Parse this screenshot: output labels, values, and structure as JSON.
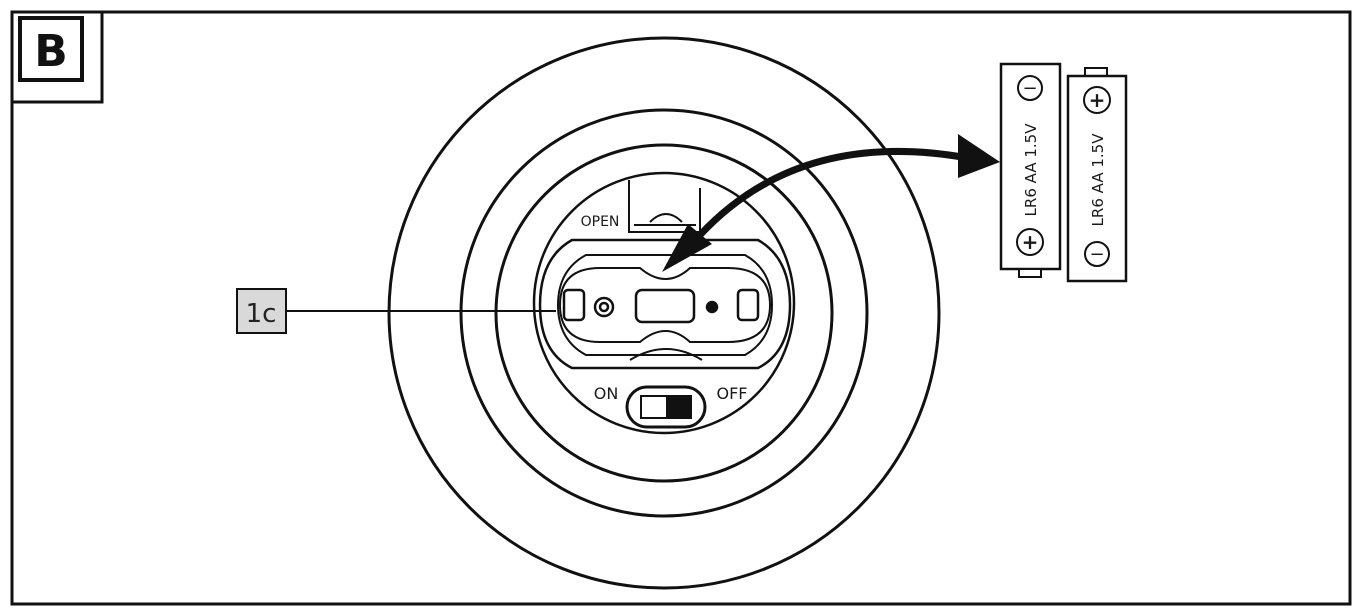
{
  "panel": {
    "letter": "B"
  },
  "callout": {
    "label": "1c",
    "fill": "#d9d9d9"
  },
  "device": {
    "open_label": "OPEN",
    "on_label": "ON",
    "off_label": "OFF"
  },
  "batteries": [
    {
      "label": "LR6 AA 1.5V",
      "terminal_top": "−",
      "terminal_bottom": "+"
    },
    {
      "label": "LR6 AA 1.5V",
      "terminal_top": "+",
      "terminal_bottom": "−"
    }
  ],
  "colors": {
    "ink": "#111111",
    "background": "#ffffff"
  }
}
